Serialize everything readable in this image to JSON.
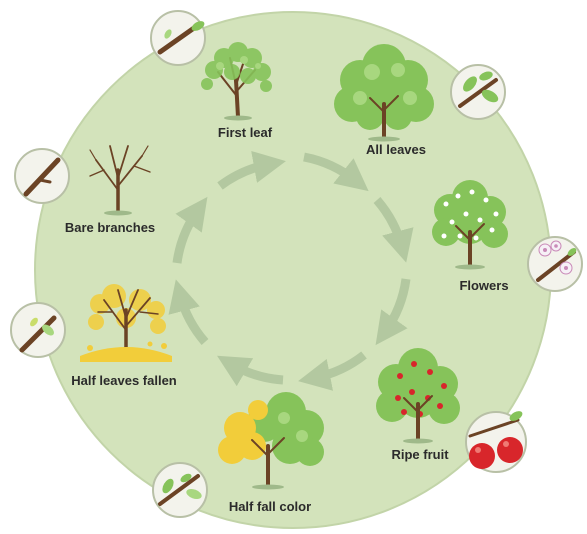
{
  "diagram": {
    "stages": [
      {
        "id": "first-leaf",
        "label": "First leaf"
      },
      {
        "id": "all-leaves",
        "label": "All leaves"
      },
      {
        "id": "flowers",
        "label": "Flowers"
      },
      {
        "id": "ripe-fruit",
        "label": "Ripe fruit"
      },
      {
        "id": "half-fall-color",
        "label": "Half fall color"
      },
      {
        "id": "half-leaves-fallen",
        "label": "Half leaves fallen"
      },
      {
        "id": "bare-branches",
        "label": "Bare branches"
      }
    ]
  },
  "colors": {
    "disc_fill": "#d3e3bb",
    "disc_stroke": "#c2d4a8",
    "arrow": "#b3c8a0",
    "badge_fill": "#f3f3ec",
    "badge_stroke": "#b8c0a6",
    "leaf_green": "#86c35a",
    "leaf_light": "#a8d77f",
    "yellow": "#f2cd3a",
    "bark": "#6b4325",
    "fruit_red": "#d8262b",
    "blossom": "#ffffff",
    "blossom_pink": "#c98ab8"
  }
}
